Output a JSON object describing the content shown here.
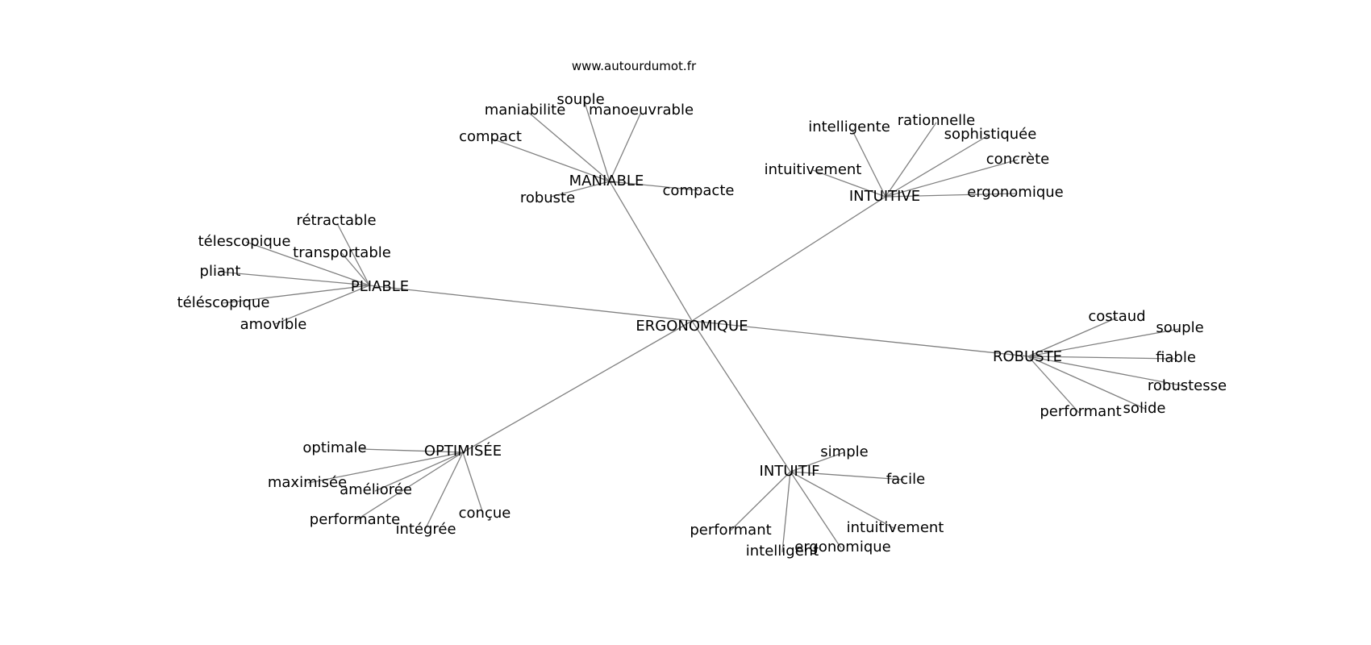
{
  "watermark": "www.autourdumot.fr",
  "colors": {
    "edge": "#808080",
    "text": "#000000",
    "background": "#ffffff"
  },
  "graph": {
    "nodes": [
      {
        "id": "ergonomique",
        "label": "ERGONOMIQUE"
      },
      {
        "id": "maniable",
        "label": "MANIABLE"
      },
      {
        "id": "intuitive",
        "label": "INTUITIVE"
      },
      {
        "id": "pliable",
        "label": "PLIABLE"
      },
      {
        "id": "robuste-hub",
        "label": "ROBUSTE"
      },
      {
        "id": "optimisee",
        "label": "OPTIMISÉE"
      },
      {
        "id": "intuitif",
        "label": "INTUITIF"
      },
      {
        "id": "m-souple",
        "label": "souple"
      },
      {
        "id": "m-maniabilite",
        "label": "maniabilite"
      },
      {
        "id": "m-manoeuvrable",
        "label": "manoeuvrable"
      },
      {
        "id": "m-compact",
        "label": "compact"
      },
      {
        "id": "m-robuste",
        "label": "robuste"
      },
      {
        "id": "m-compacte",
        "label": "compacte"
      },
      {
        "id": "i-intelligente",
        "label": "intelligente"
      },
      {
        "id": "i-rationnelle",
        "label": "rationnelle"
      },
      {
        "id": "i-sophistiquee",
        "label": "sophistiquée"
      },
      {
        "id": "i-concrete",
        "label": "concrète"
      },
      {
        "id": "i-intuitivement",
        "label": "intuitivement"
      },
      {
        "id": "i-ergonomique",
        "label": "ergonomique"
      },
      {
        "id": "p-retractable",
        "label": "rétractable"
      },
      {
        "id": "p-telescopique",
        "label": "télescopique"
      },
      {
        "id": "p-transportable",
        "label": "transportable"
      },
      {
        "id": "p-pliant",
        "label": "pliant"
      },
      {
        "id": "p-telescopique2",
        "label": "téléscopique"
      },
      {
        "id": "p-amovible",
        "label": "amovible"
      },
      {
        "id": "r-costaud",
        "label": "costaud"
      },
      {
        "id": "r-souple",
        "label": "souple"
      },
      {
        "id": "r-fiable",
        "label": "fiable"
      },
      {
        "id": "r-robustesse",
        "label": "robustesse"
      },
      {
        "id": "r-solide",
        "label": "solide"
      },
      {
        "id": "r-performant",
        "label": "performant"
      },
      {
        "id": "o-optimale",
        "label": "optimale"
      },
      {
        "id": "o-maximisee",
        "label": "maximisée"
      },
      {
        "id": "o-amelioree",
        "label": "améliorée"
      },
      {
        "id": "o-performante",
        "label": "performante"
      },
      {
        "id": "o-integree",
        "label": "intégrée"
      },
      {
        "id": "o-concue",
        "label": "conçue"
      },
      {
        "id": "t-simple",
        "label": "simple"
      },
      {
        "id": "t-facile",
        "label": "facile"
      },
      {
        "id": "t-intuitivement",
        "label": "intuitivement"
      },
      {
        "id": "t-ergonomique",
        "label": "ergonomique"
      },
      {
        "id": "t-intelligent",
        "label": "intelligent"
      },
      {
        "id": "t-performant",
        "label": "performant"
      }
    ],
    "edges": [
      [
        "ergonomique",
        "maniable"
      ],
      [
        "ergonomique",
        "intuitive"
      ],
      [
        "ergonomique",
        "pliable"
      ],
      [
        "ergonomique",
        "robuste-hub"
      ],
      [
        "ergonomique",
        "optimisee"
      ],
      [
        "ergonomique",
        "intuitif"
      ],
      [
        "maniable",
        "m-souple"
      ],
      [
        "maniable",
        "m-maniabilite"
      ],
      [
        "maniable",
        "m-manoeuvrable"
      ],
      [
        "maniable",
        "m-compact"
      ],
      [
        "maniable",
        "m-robuste"
      ],
      [
        "maniable",
        "m-compacte"
      ],
      [
        "intuitive",
        "i-intelligente"
      ],
      [
        "intuitive",
        "i-rationnelle"
      ],
      [
        "intuitive",
        "i-sophistiquee"
      ],
      [
        "intuitive",
        "i-concrete"
      ],
      [
        "intuitive",
        "i-intuitivement"
      ],
      [
        "intuitive",
        "i-ergonomique"
      ],
      [
        "pliable",
        "p-retractable"
      ],
      [
        "pliable",
        "p-telescopique"
      ],
      [
        "pliable",
        "p-transportable"
      ],
      [
        "pliable",
        "p-pliant"
      ],
      [
        "pliable",
        "p-telescopique2"
      ],
      [
        "pliable",
        "p-amovible"
      ],
      [
        "robuste-hub",
        "r-costaud"
      ],
      [
        "robuste-hub",
        "r-souple"
      ],
      [
        "robuste-hub",
        "r-fiable"
      ],
      [
        "robuste-hub",
        "r-robustesse"
      ],
      [
        "robuste-hub",
        "r-solide"
      ],
      [
        "robuste-hub",
        "r-performant"
      ],
      [
        "optimisee",
        "o-optimale"
      ],
      [
        "optimisee",
        "o-maximisee"
      ],
      [
        "optimisee",
        "o-amelioree"
      ],
      [
        "optimisee",
        "o-performante"
      ],
      [
        "optimisee",
        "o-integree"
      ],
      [
        "optimisee",
        "o-concue"
      ],
      [
        "intuitif",
        "t-simple"
      ],
      [
        "intuitif",
        "t-facile"
      ],
      [
        "intuitif",
        "t-intuitivement"
      ],
      [
        "intuitif",
        "t-ergonomique"
      ],
      [
        "intuitif",
        "t-intelligent"
      ],
      [
        "intuitif",
        "t-performant"
      ]
    ]
  }
}
